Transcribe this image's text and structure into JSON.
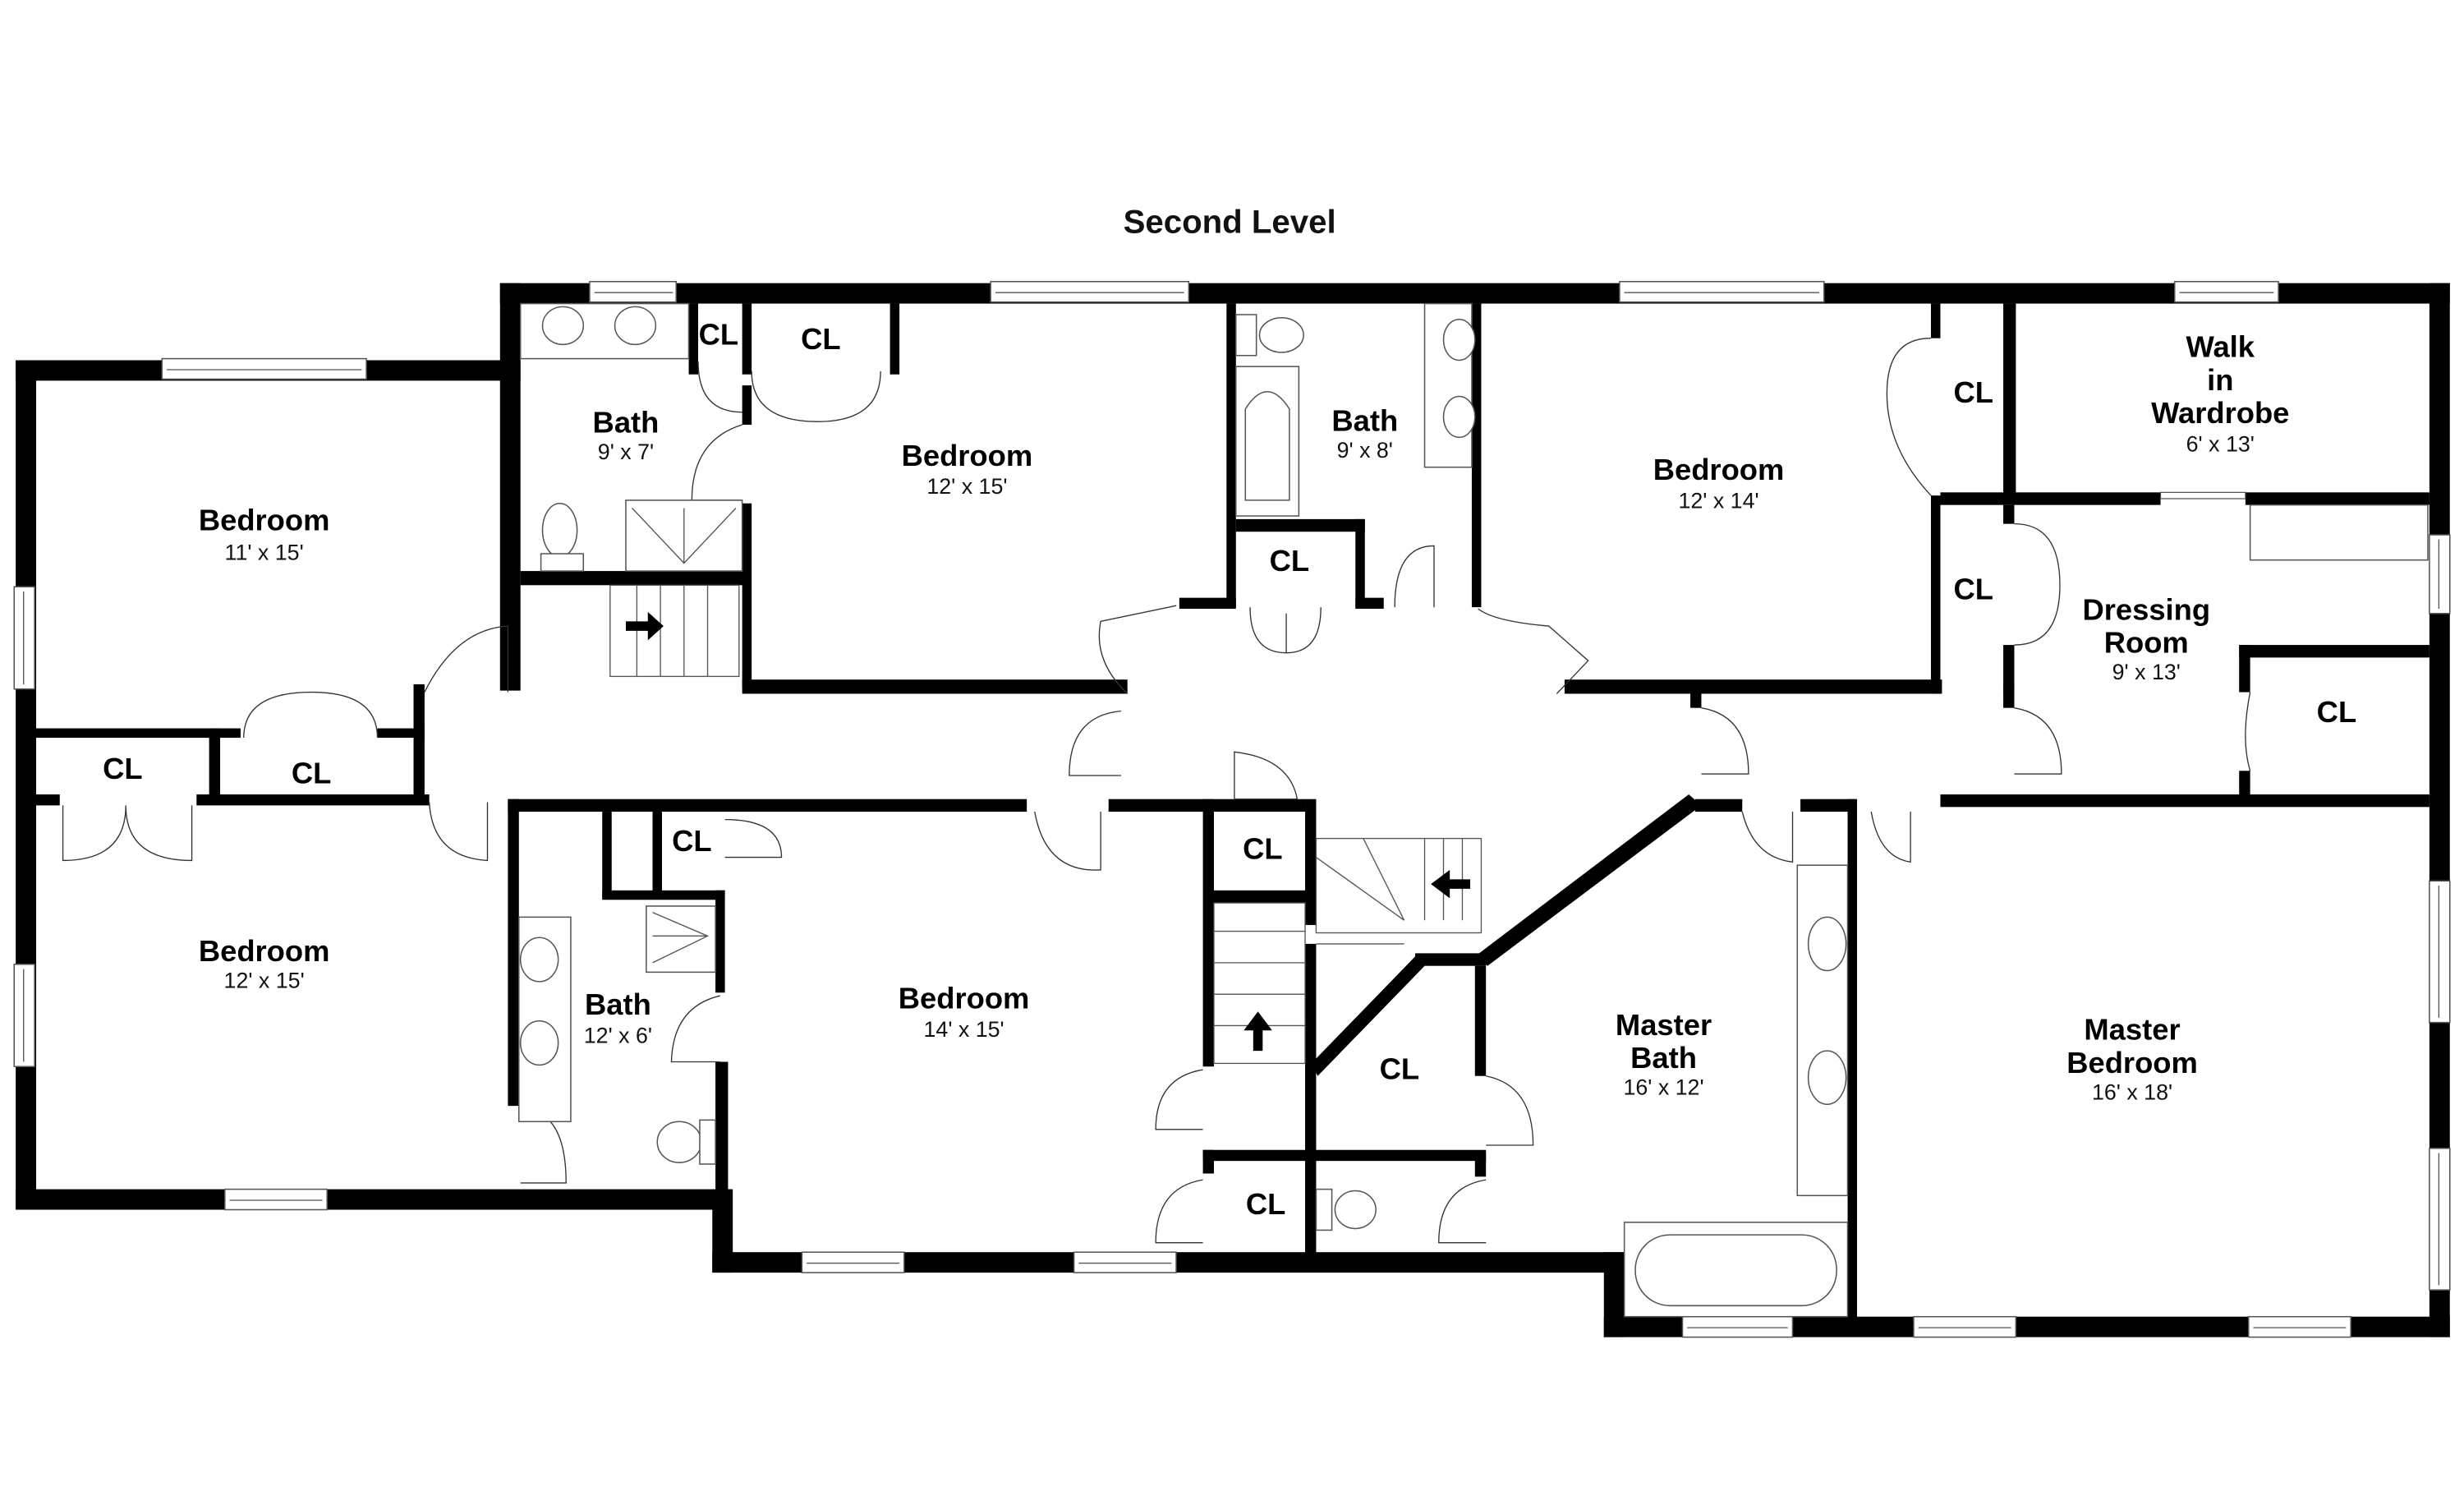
{
  "title": "Second Level",
  "rooms": {
    "bedroom_nw": {
      "name": "Bedroom",
      "dims": "11' x 15'"
    },
    "bath_nw": {
      "name": "Bath",
      "dims": "9' x 7'"
    },
    "bedroom_n": {
      "name": "Bedroom",
      "dims": "12' x 15'"
    },
    "bath_n": {
      "name": "Bath",
      "dims": "9' x 8'"
    },
    "bedroom_ne": {
      "name": "Bedroom",
      "dims": "12' x 14'"
    },
    "walk_in": {
      "name_line1": "Walk",
      "name_line2": "in",
      "name_line3": "Wardrobe",
      "dims": "6' x 13'"
    },
    "dressing": {
      "name_line1": "Dressing",
      "name_line2": "Room",
      "dims": "9' x 13'"
    },
    "bedroom_sw": {
      "name": "Bedroom",
      "dims": "12' x 15'"
    },
    "bath_sw": {
      "name": "Bath",
      "dims": "12' x 6'"
    },
    "bedroom_s": {
      "name": "Bedroom",
      "dims": "14' x 15'"
    },
    "master_bath": {
      "name_line1": "Master",
      "name_line2": "Bath",
      "dims": "16' x 12'"
    },
    "master_bed": {
      "name_line1": "Master",
      "name_line2": "Bedroom",
      "dims": "16' x 18'"
    }
  },
  "closets": [
    {
      "id": "cl-bath-nw",
      "label": "CL"
    },
    {
      "id": "cl-bedroom-n",
      "label": "CL"
    },
    {
      "id": "cl-hall-n",
      "label": "CL"
    },
    {
      "id": "cl-bedroom-ne",
      "label": "CL"
    },
    {
      "id": "cl-dressing-w",
      "label": "CL"
    },
    {
      "id": "cl-dressing-e",
      "label": "CL"
    },
    {
      "id": "cl-west-1",
      "label": "CL"
    },
    {
      "id": "cl-west-2",
      "label": "CL"
    },
    {
      "id": "cl-bath-sw",
      "label": "CL"
    },
    {
      "id": "cl-stair",
      "label": "CL"
    },
    {
      "id": "cl-mid",
      "label": "CL"
    },
    {
      "id": "cl-south",
      "label": "CL"
    }
  ],
  "colors": {
    "wall": "#000000",
    "background": "#ffffff",
    "fixture": "#555555"
  }
}
